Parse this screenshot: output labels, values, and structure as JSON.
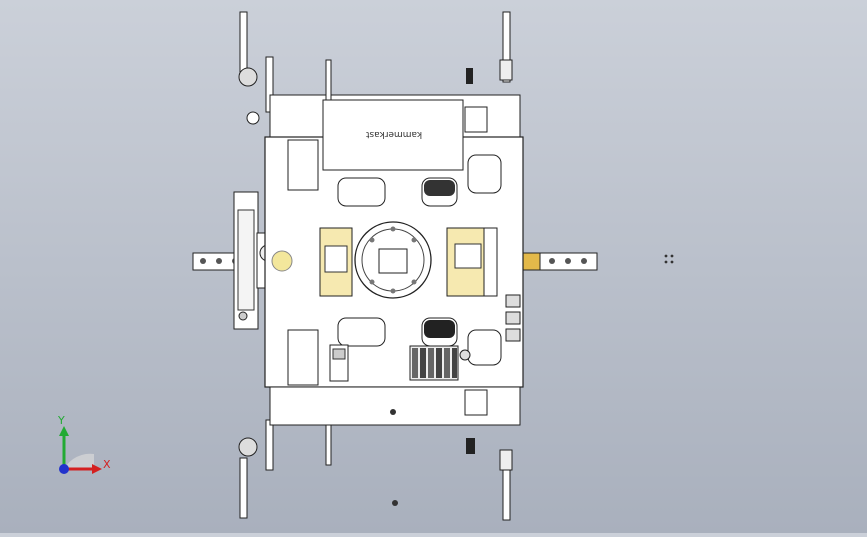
{
  "viewport": {
    "background_top": "#cbd0d9",
    "background_bottom": "#a9b0bd"
  },
  "model": {
    "plate_color": "#ffffff",
    "edge_color": "#222222",
    "yellow_part_color": "#f6e9b0",
    "accent_gold": "#e3b94a",
    "component_label": "kammerkast"
  },
  "triad": {
    "x_label": "X",
    "y_label": "Y",
    "x_color": "#d42020",
    "y_color": "#22aa33",
    "z_color": "#2233cc"
  }
}
